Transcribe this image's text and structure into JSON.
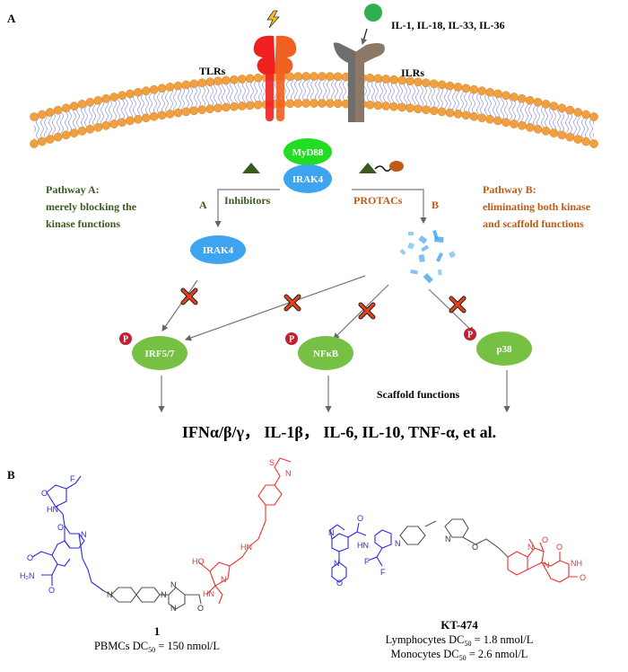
{
  "panel_a": {
    "label": "A",
    "receptors": {
      "tlr_label": "TLRs",
      "ilr_label": "ILRs",
      "ligands_label": "IL-1, IL-18, IL-33, IL-36"
    },
    "complex": {
      "myd88": "MyD88",
      "irak4": "IRAK4"
    },
    "pathway_a": {
      "title": "Pathway A:",
      "line1": "merely blocking the",
      "line2": "kinase functions",
      "letter": "A",
      "agent": "Inhibitors",
      "result_node": "IRAK4"
    },
    "pathway_b": {
      "title": "Pathway B:",
      "line1": "eliminating both kinase",
      "line2": "and scaffold functions",
      "letter": "B",
      "agent": "PROTACs"
    },
    "downstream": {
      "nodes": [
        "IRF5/7",
        "NFκB",
        "p38"
      ],
      "phospho": "P",
      "scaffold_label": "Scaffold functions",
      "cytokines": "IFNα/β/γ， IL-1β， IL-6, IL-10, TNF-α, et al."
    },
    "colors": {
      "pathway_a": "#3a5a1e",
      "pathway_b": "#c05a14",
      "myd88": "#22dd22",
      "irak4": "#3fa4f0",
      "downstream": "#76c043",
      "membrane_head": "#f0a040",
      "tlr_red": "#f02020",
      "tlr_orange": "#f06020",
      "ilr_gray": "#6e6e6e",
      "ilr_brown": "#8c7866",
      "ligand": "#2fb050",
      "block_x": "#e8401c",
      "phospho": "#c02030"
    }
  },
  "panel_b": {
    "label": "B",
    "compound1": {
      "name": "1",
      "activity": [
        {
          "cell": "PBMCs",
          "metric": "DC",
          "sub": "50",
          "value": "= 150 nmol/L"
        }
      ],
      "atoms": {
        "F": "F",
        "O": "O",
        "HN": "HN",
        "N": "N",
        "H2N": "H₂N",
        "HO": "HO",
        "S": "S"
      }
    },
    "compound2": {
      "name": "KT-474",
      "activity": [
        {
          "cell": "Lymphocytes",
          "metric": "DC",
          "sub": "50",
          "value": "= 1.8 nmol/L"
        },
        {
          "cell": "Monocytes",
          "metric": "DC",
          "sub": "50",
          "value": "= 2.6 nmol/L"
        }
      ],
      "atoms": {
        "N": "N",
        "O": "O",
        "HN": "HN",
        "NH": "NH",
        "F": "F"
      }
    },
    "colors": {
      "warhead": "#2a2ae8",
      "linker": "#555555",
      "e3_ligand": "#f03030"
    }
  }
}
